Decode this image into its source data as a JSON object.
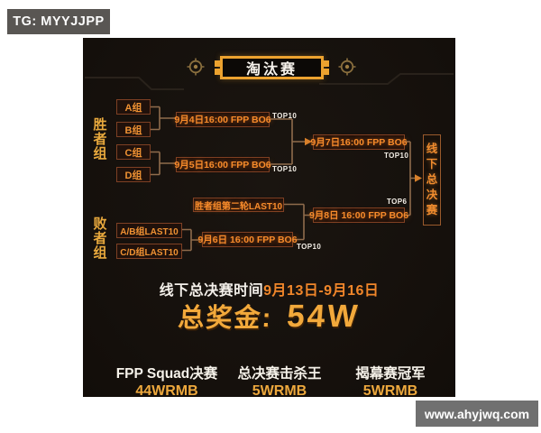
{
  "badge": {
    "text": "TG: MYYJJPP"
  },
  "bracket": {
    "title": "淘汰赛",
    "winners_label": "胜者组",
    "losers_label": "败者组",
    "groups": [
      "A组",
      "B组",
      "C组",
      "D组"
    ],
    "loser_groups": [
      "A/B组LAST10",
      "C/D组LAST10"
    ],
    "rounds": {
      "r1a": {
        "label": "9月4日16:00 FPP BO6",
        "tag": "TOP10"
      },
      "r1b": {
        "label": "9月5日16:00 FPP BO6",
        "tag": "TOP10"
      },
      "w_final": {
        "label": "9月7日16:00 FPP BO6",
        "tag": "TOP10"
      },
      "l_entry": {
        "label": "胜者组第二轮LAST10"
      },
      "l_r1": {
        "label": "9月6日 16:00 FPP BO6",
        "tag": "TOP10"
      },
      "l_final": {
        "label": "9月8日 16:00 FPP BO6",
        "tag": "TOP6"
      },
      "grand_final": {
        "label": "线下总决赛"
      }
    }
  },
  "footer": {
    "finals_time_prefix": "线下总决赛时间",
    "finals_time_dates": "9月13日-9月16日",
    "prize_pool_label": "总奖金:",
    "prize_pool_value": "54W",
    "prizes": [
      {
        "title": "FPP Squad决赛",
        "amount": "44WRMB"
      },
      {
        "title": "总决赛击杀王",
        "amount": "5WRMB"
      },
      {
        "title": "揭幕赛冠军",
        "amount": "5WRMB"
      }
    ]
  },
  "watermark": {
    "text": "www.ahyjwq.com"
  },
  "colors": {
    "gold_accent": "#eca22f",
    "orange_text": "#f78b2b",
    "box_border": "#7e4024",
    "line": "#8f6c4c",
    "panel_bg": "#15100c",
    "badge_bg": "#595653",
    "watermark_bg": "#707070"
  }
}
